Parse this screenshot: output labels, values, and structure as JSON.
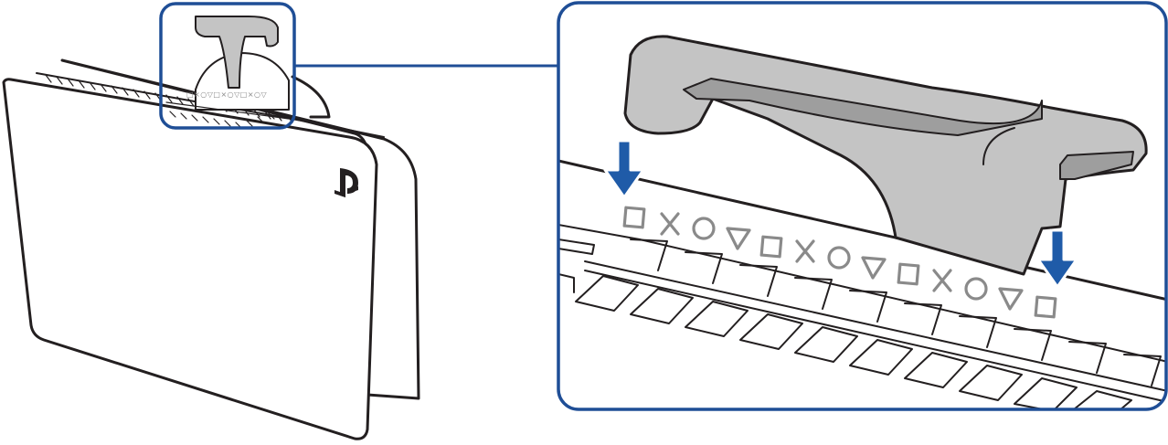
{
  "figure": {
    "subject": "console-stand-attachment",
    "colors": {
      "callout_border": "#1f4e96",
      "arrow": "#1f5ba8",
      "stand_fill": "#c4c4c4",
      "stand_shadow": "#9e9e9e",
      "symbols": "#8a8a8a",
      "line": "#231f20"
    },
    "icons": {
      "logo": "playstation-logo-icon",
      "arrow": "down-arrow-icon",
      "symbols": [
        "square-icon",
        "cross-icon",
        "circle-icon",
        "triangle-icon"
      ]
    },
    "symbol_sequence": [
      "square",
      "cross",
      "circle",
      "triangle",
      "square",
      "cross",
      "circle",
      "triangle",
      "square",
      "cross",
      "circle",
      "triangle",
      "square"
    ],
    "arrows_count": 2
  }
}
